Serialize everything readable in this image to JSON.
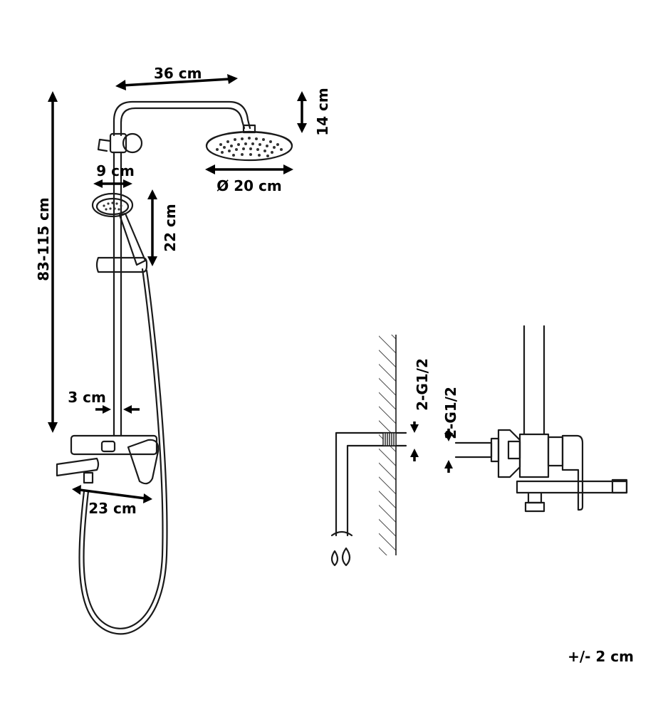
{
  "dimensions": {
    "arm_width": "36 cm",
    "rain_head_height": "14 cm",
    "rain_head_diameter": "Ø 20 cm",
    "hand_head_width": "9 cm",
    "hand_shower_length": "22 cm",
    "total_height": "83-115 cm",
    "rail_diameter": "3 cm",
    "spout_length": "23 cm"
  },
  "connection": {
    "wall_thread": "2-G1/2",
    "mixer_thread": "2-G1/2"
  },
  "tolerance": "+/- 2 cm"
}
